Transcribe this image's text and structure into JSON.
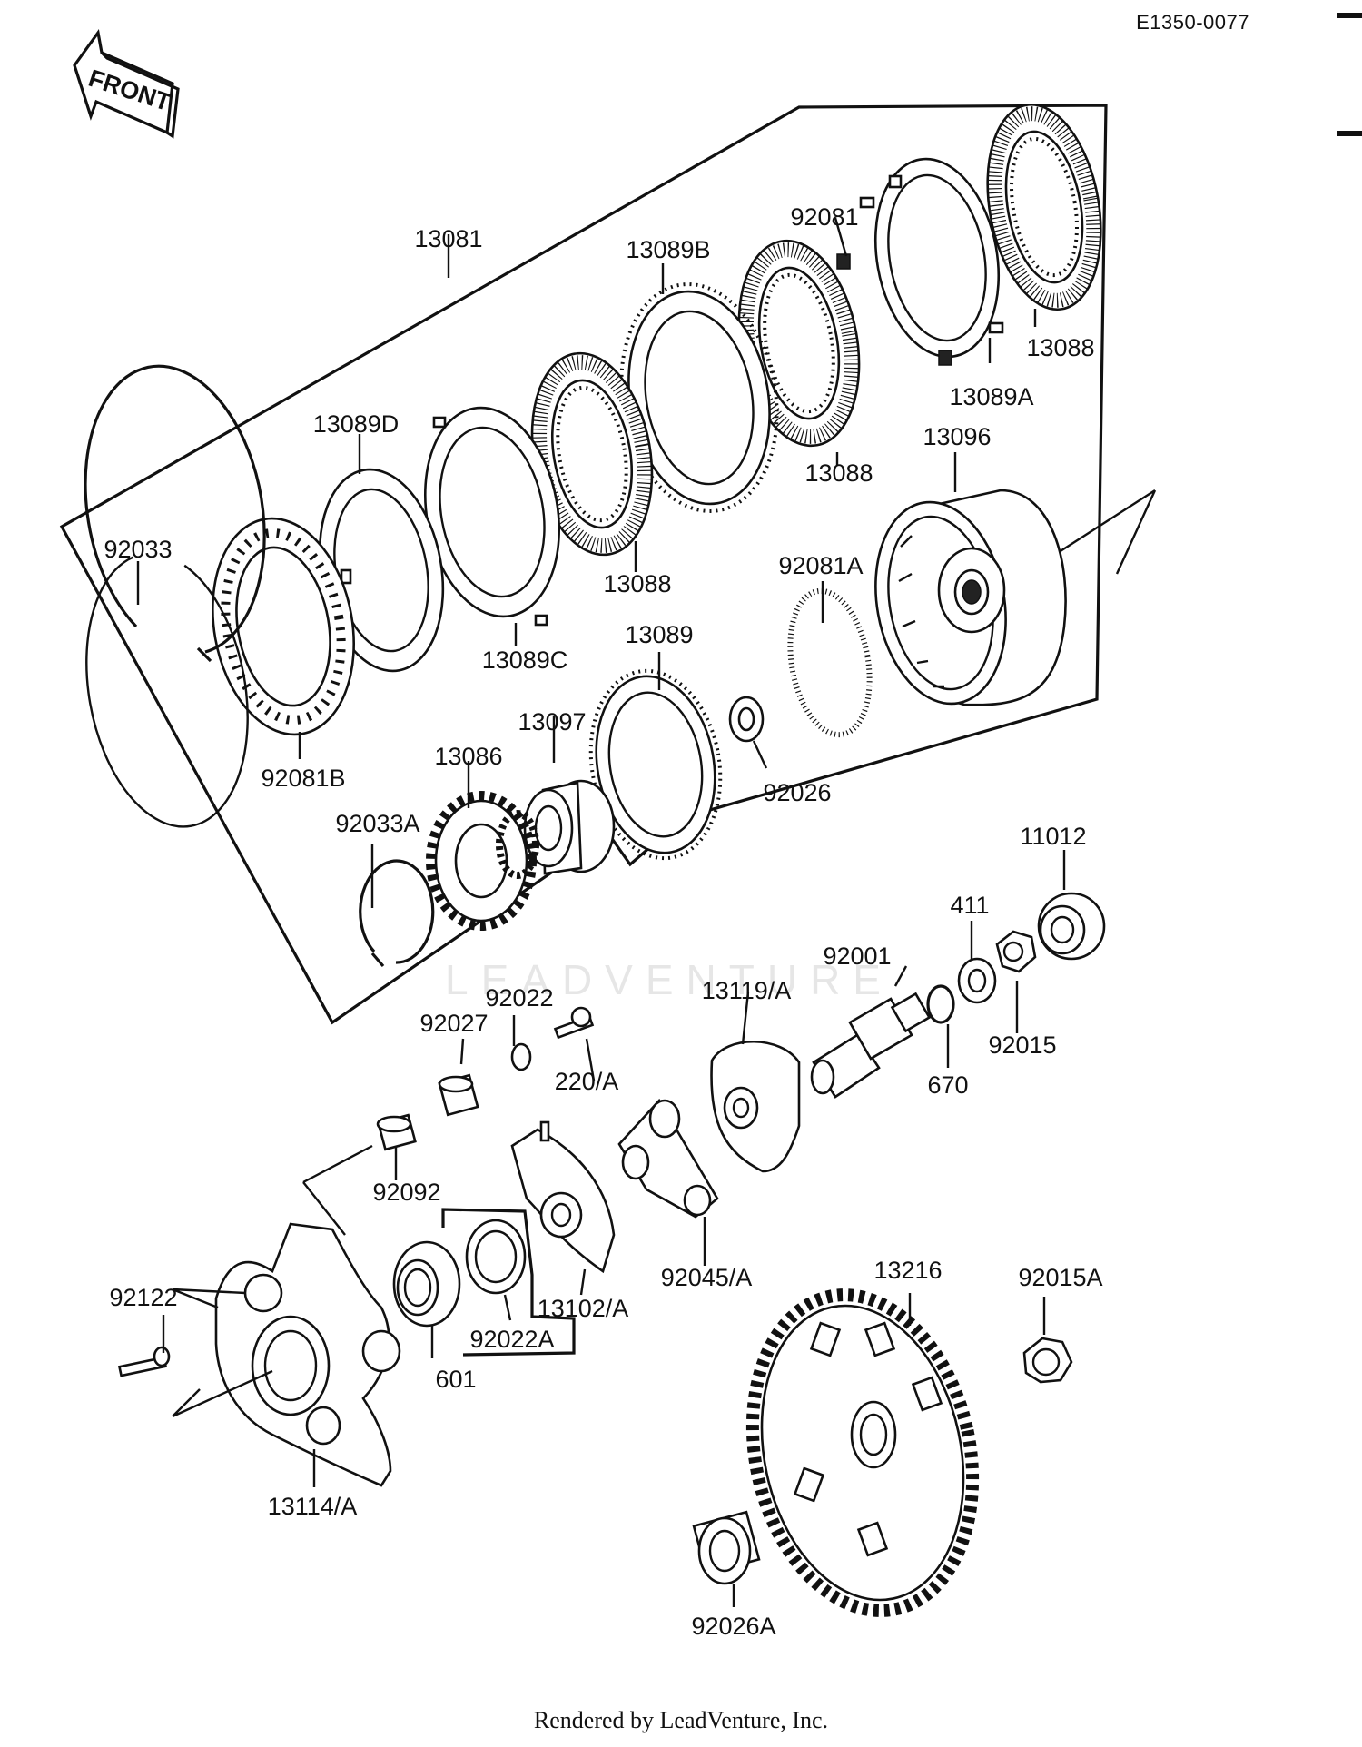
{
  "diagram": {
    "code": "E1350-0077",
    "front_label": "FRONT",
    "watermark": "LEADVENTURE",
    "credit": "Rendered by LeadVenture, Inc.",
    "part_labels": {
      "p13081": "13081",
      "p92081": "92081",
      "p13089B": "13089B",
      "p13088_top": "13088",
      "p13088_mid": "13088",
      "p13089A": "13089A",
      "p13089D": "13089D",
      "p13096": "13096",
      "p92033": "92033",
      "p13088_low": "13088",
      "p92081A": "92081A",
      "p13089C": "13089C",
      "p13089": "13089",
      "p13097": "13097",
      "p13086": "13086",
      "p92081B": "92081B",
      "p92026": "92026",
      "p92033A": "92033A",
      "p11012": "11012",
      "p411": "411",
      "p92001": "92001",
      "p92022": "92022",
      "p13119A": "13119/A",
      "p92027": "92027",
      "p220A": "220/A",
      "p92015": "92015",
      "p670": "670",
      "p92092": "92092",
      "p92045A": "92045/A",
      "p13216": "13216",
      "p92015A": "92015A",
      "p92122": "92122",
      "p13102A": "13102/A",
      "p92022A": "92022A",
      "p601": "601",
      "p13114A": "13114/A",
      "p92026A": "92026A"
    }
  }
}
